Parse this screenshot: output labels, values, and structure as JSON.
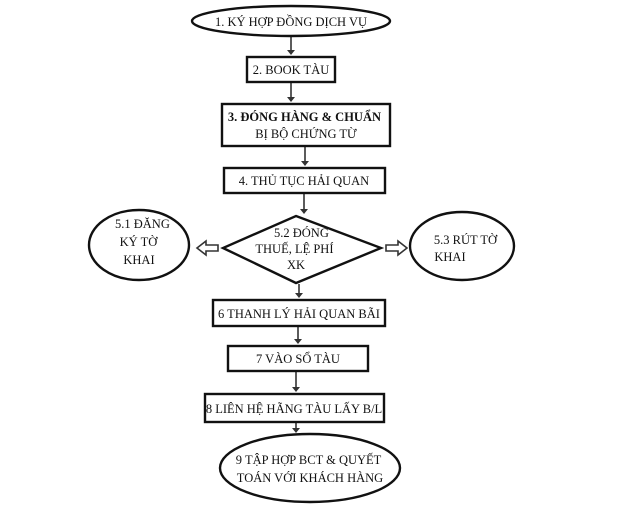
{
  "nodes": {
    "step1": {
      "lines": [
        "1. KÝ HỢP ĐỒNG DỊCH VỤ"
      ]
    },
    "step2": {
      "lines": [
        "2. BOOK TÀU"
      ]
    },
    "step3": {
      "num": "3.",
      "lines": [
        "3. ĐÓNG HÀNG & CHUẨN",
        "BỊ BỘ CHỨNG TỪ"
      ]
    },
    "step4": {
      "num": "4.",
      "lines": [
        "4. THỦ TỤC HẢI QUAN"
      ]
    },
    "step5_1": {
      "num": "5.1",
      "lines": [
        "5.1 ĐĂNG",
        "KÝ TỜ",
        "KHAI"
      ]
    },
    "step5_2": {
      "num": "5.2",
      "lines": [
        "5.2 ĐÓNG",
        "THUẾ, LỆ PHÍ",
        "XK"
      ]
    },
    "step5_3": {
      "num": "5.3",
      "lines": [
        "5.3 RÚT TỜ",
        "KHAI"
      ]
    },
    "step6": {
      "num": "6",
      "lines": [
        "6 THANH LÝ HẢI QUAN BÃI"
      ]
    },
    "step7": {
      "num": "7",
      "lines": [
        "7 VÀO SỔ TÀU"
      ]
    },
    "step8": {
      "num": "8",
      "lines": [
        "8 LIÊN HỆ HÃNG TÀU LẤY B/L"
      ]
    },
    "step9": {
      "num": "9",
      "lines": [
        "9 TẬP HỢP BCT & QUYẾT",
        "TOÁN VỚI KHÁCH HÀNG"
      ]
    }
  }
}
